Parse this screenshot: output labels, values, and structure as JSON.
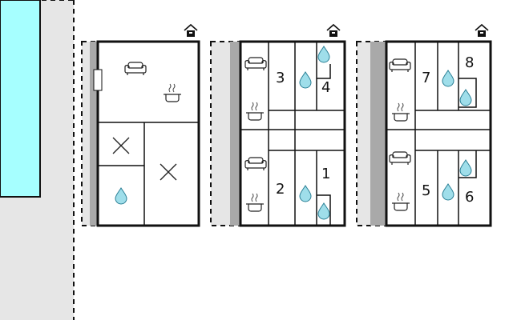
{
  "colors": {
    "pool": "#a6ffff",
    "terrace": "#e6e6e6",
    "terrace_dark": "#a9a9a9",
    "wall": "#111111",
    "water": "#9fdeea"
  },
  "units": [
    {
      "number": "1"
    },
    {
      "number": "2"
    },
    {
      "number": "3"
    },
    {
      "number": "4"
    },
    {
      "number": "5"
    },
    {
      "number": "6"
    },
    {
      "number": "7"
    },
    {
      "number": "8"
    }
  ],
  "icons": {
    "house_marker": "house-icon",
    "sofa": "sofa-icon",
    "pot": "cooking-pot-icon",
    "water": "water-drop-icon",
    "bed": "cross-bed-icon"
  }
}
